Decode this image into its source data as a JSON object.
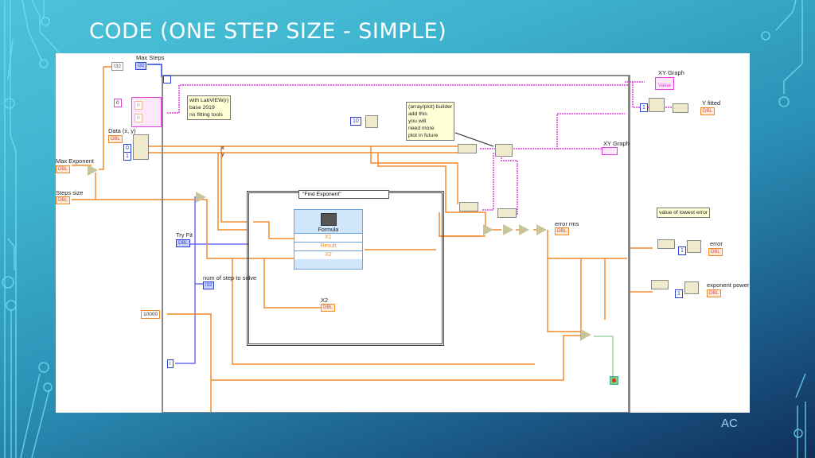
{
  "slide": {
    "title": "CODE (ONE STEP SIZE - SIMPLE)",
    "footer": "AC"
  },
  "colors": {
    "bg_top": "#4cc3d9",
    "bg_bottom": "#102e5a",
    "wire_numeric": "#f28a2a",
    "wire_integer": "#2a3fd8",
    "wire_cluster": "#e23fe0",
    "case_border": "#444444"
  },
  "diagram": {
    "controls": {
      "max_steps": {
        "label": "Max Steps",
        "type": "I32"
      },
      "max_exponent": {
        "label": "Max Exponent",
        "type": "DBL"
      },
      "steps_size": {
        "label": "Steps size",
        "type": "DBL"
      },
      "data_xy": {
        "label": "Data (x, y)",
        "type": "DBL"
      },
      "try_fit": {
        "label": "Try Fit",
        "type": "DBL"
      }
    },
    "constants": {
      "convert_i32": "I32",
      "cluster_init": "0",
      "cluster_cell_a": "0",
      "cluster_cell_b": "0",
      "index_0": "0",
      "index_1": "1",
      "wait_ms": "10",
      "initial_error": "10000",
      "iteration": "i",
      "xy_index": "1",
      "error_index": "1",
      "exponent_index": "1"
    },
    "notes": {
      "labview": "with LabVIEW(r)\nbase 2019\nno fitting tools",
      "builder": "(array/plot) builder\nadd this\nyou will\nneed more\nplot in future",
      "lowest_error": "value of lowest error"
    },
    "wire_labels": {
      "x": "x",
      "y": "y"
    },
    "case_structure": {
      "selector": "\"Find Exponent\""
    },
    "formula_node": {
      "title": "Formula",
      "rows": [
        "X1",
        "Result",
        "X2"
      ]
    },
    "indicators": {
      "num_steps": {
        "label": "num of step to solve",
        "type": "I32"
      },
      "x2": {
        "label": "X2",
        "type": "DBL"
      },
      "error_rms": {
        "label": "error rms",
        "type": "DBL"
      },
      "xy_graph_in": {
        "label": "XY Graph"
      },
      "xy_graph_out": {
        "label": "XY Graph",
        "value": "Value"
      },
      "y_fitted": {
        "label": "Y fitted",
        "type": "DBL"
      },
      "error": {
        "label": "error",
        "type": "DBL"
      },
      "exponent_power": {
        "label": "exponent power",
        "type": "DBL"
      }
    }
  }
}
